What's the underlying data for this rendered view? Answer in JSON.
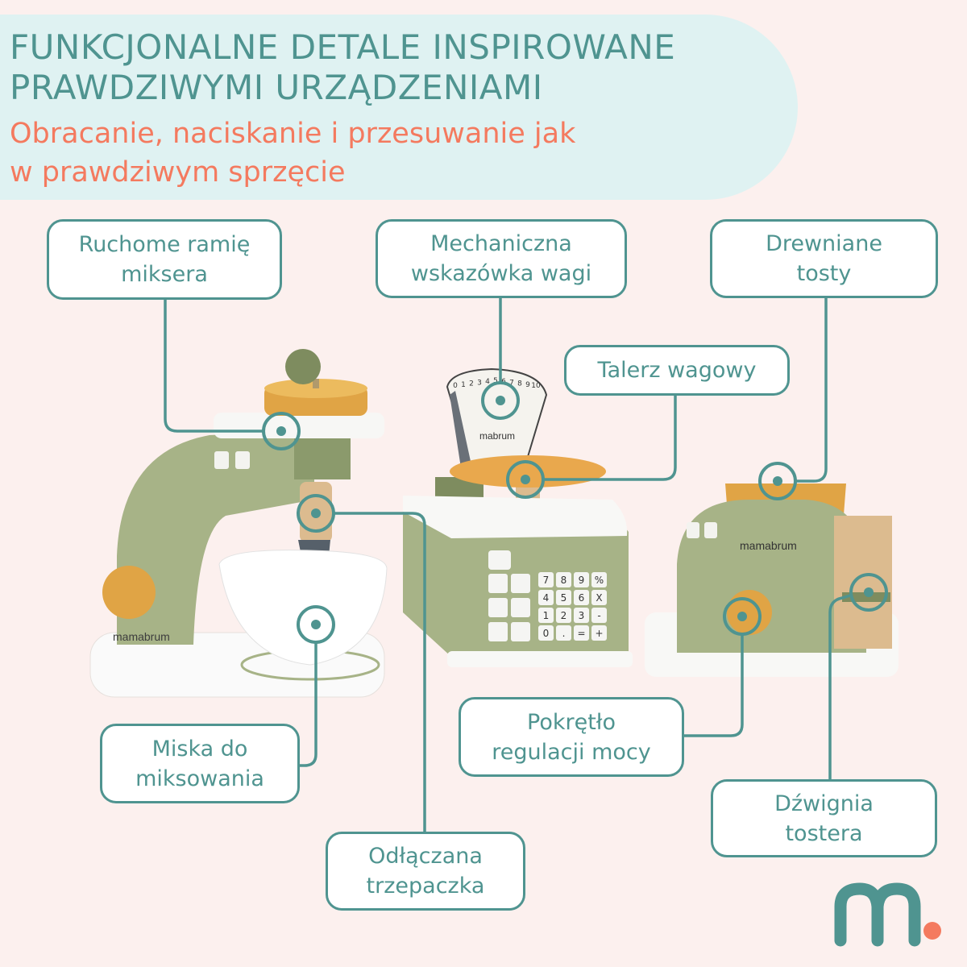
{
  "header": {
    "title_line1": "FUNKCJONALNE DETALE INSPIROWANE",
    "title_line2": "PRAWDZIWYMI URZĄDZENIAMI",
    "subtitle_line1": "Obracanie, naciskanie i przesuwanie jak",
    "subtitle_line2": "w prawdziwym sprzęcie"
  },
  "callouts": [
    {
      "id": "mixer-arm",
      "label": "Ruchome ramię\nmiksera"
    },
    {
      "id": "scale-needle",
      "label": "Mechaniczna\nwskazówka wagi"
    },
    {
      "id": "wooden-toast",
      "label": "Drewniane\ntosty"
    },
    {
      "id": "scale-plate",
      "label": "Talerz wagowy"
    },
    {
      "id": "mixing-bowl",
      "label": "Miska do\nmiksowania"
    },
    {
      "id": "whisk",
      "label": "Odłączana\ntrzepaczka"
    },
    {
      "id": "power-knob",
      "label": "Pokrętło\nregulacji mocy"
    },
    {
      "id": "toaster-lever",
      "label": "Dźwignia\ntostera"
    }
  ],
  "products": {
    "brand_mixer": "mamabrum",
    "brand_scale": "mabrum",
    "brand_toaster": "mamabrum",
    "scale_dial": [
      "0",
      "1",
      "2",
      "3",
      "4",
      "5",
      "6",
      "7",
      "8",
      "9",
      "10"
    ],
    "keypad": [
      "7",
      "8",
      "9",
      "%",
      "4",
      "5",
      "6",
      "X",
      "1",
      "2",
      "3",
      "-",
      "0",
      ".",
      "=",
      "+"
    ]
  },
  "colors": {
    "background": "#fcf0ee",
    "header_band": "#dff2f2",
    "accent_teal": "#4f9490",
    "accent_coral": "#f47a5f",
    "toy_green": "#a7b387",
    "toy_wood": "#e0a445"
  },
  "logo": {
    "name": "mamabrum-m-logo"
  }
}
